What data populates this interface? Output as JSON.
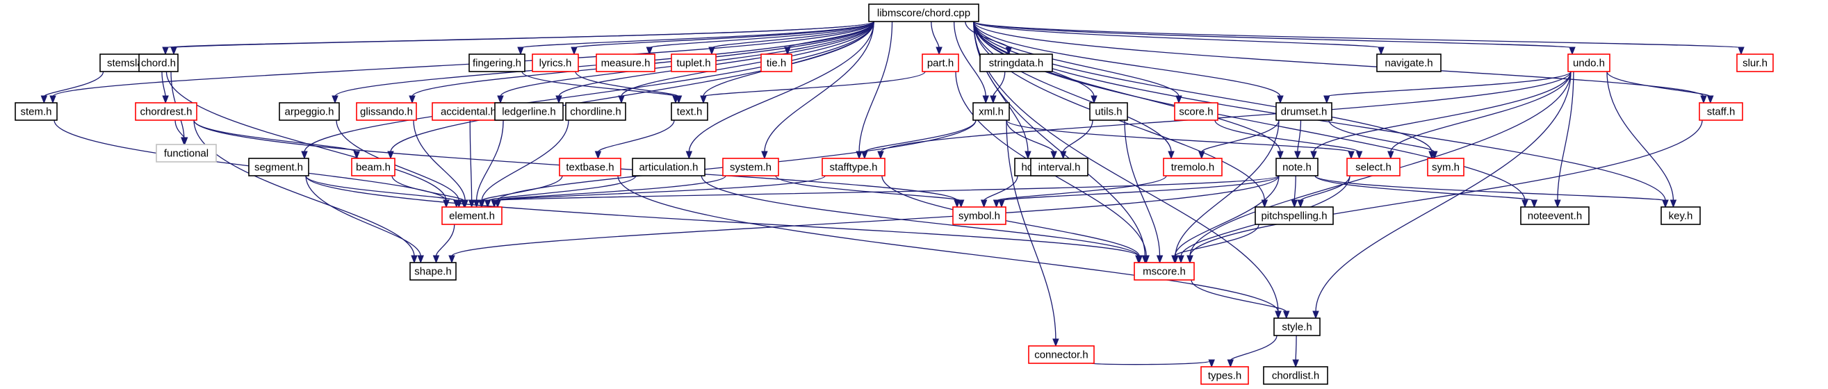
{
  "graph": {
    "colors": {
      "normal": "#000000",
      "red": "#ff0000",
      "grey": "#bfbfbf",
      "root_fill": "#bfbfbf",
      "edge": "#191970"
    },
    "nodes": [
      {
        "id": "chord_cpp",
        "label": "libmscore/chord.cpp",
        "style": "root"
      },
      {
        "id": "stemslash",
        "label": "stemslash.h",
        "style": "normal"
      },
      {
        "id": "chord",
        "label": "chord.h",
        "style": "normal"
      },
      {
        "id": "fingering",
        "label": "fingering.h",
        "style": "normal"
      },
      {
        "id": "lyrics",
        "label": "lyrics.h",
        "style": "red"
      },
      {
        "id": "measure",
        "label": "measure.h",
        "style": "red"
      },
      {
        "id": "tuplet",
        "label": "tuplet.h",
        "style": "red"
      },
      {
        "id": "tie",
        "label": "tie.h",
        "style": "red"
      },
      {
        "id": "part",
        "label": "part.h",
        "style": "red"
      },
      {
        "id": "stringdata",
        "label": "stringdata.h",
        "style": "normal"
      },
      {
        "id": "navigate",
        "label": "navigate.h",
        "style": "normal"
      },
      {
        "id": "undo",
        "label": "undo.h",
        "style": "red"
      },
      {
        "id": "slur",
        "label": "slur.h",
        "style": "red"
      },
      {
        "id": "stem",
        "label": "stem.h",
        "style": "normal"
      },
      {
        "id": "chordrest",
        "label": "chordrest.h",
        "style": "red"
      },
      {
        "id": "functional",
        "label": "functional",
        "style": "grey"
      },
      {
        "id": "arpeggio",
        "label": "arpeggio.h",
        "style": "normal"
      },
      {
        "id": "glissando",
        "label": "glissando.h",
        "style": "red"
      },
      {
        "id": "accidental",
        "label": "accidental.h",
        "style": "red"
      },
      {
        "id": "ledgerline",
        "label": "ledgerline.h",
        "style": "normal"
      },
      {
        "id": "chordline",
        "label": "chordline.h",
        "style": "normal"
      },
      {
        "id": "text",
        "label": "text.h",
        "style": "normal"
      },
      {
        "id": "xml",
        "label": "xml.h",
        "style": "normal"
      },
      {
        "id": "utils",
        "label": "utils.h",
        "style": "normal"
      },
      {
        "id": "score",
        "label": "score.h",
        "style": "red"
      },
      {
        "id": "drumset",
        "label": "drumset.h",
        "style": "normal"
      },
      {
        "id": "staff",
        "label": "staff.h",
        "style": "red"
      },
      {
        "id": "segment",
        "label": "segment.h",
        "style": "normal"
      },
      {
        "id": "beam",
        "label": "beam.h",
        "style": "red"
      },
      {
        "id": "textbase",
        "label": "textbase.h",
        "style": "red"
      },
      {
        "id": "articulation",
        "label": "articulation.h",
        "style": "normal"
      },
      {
        "id": "system",
        "label": "system.h",
        "style": "red"
      },
      {
        "id": "stafftype",
        "label": "stafftype.h",
        "style": "red"
      },
      {
        "id": "hook",
        "label": "hook.h",
        "style": "normal"
      },
      {
        "id": "interval",
        "label": "interval.h",
        "style": "normal"
      },
      {
        "id": "tremolo",
        "label": "tremolo.h",
        "style": "red"
      },
      {
        "id": "note",
        "label": "note.h",
        "style": "normal"
      },
      {
        "id": "select",
        "label": "select.h",
        "style": "red"
      },
      {
        "id": "sym",
        "label": "sym.h",
        "style": "red"
      },
      {
        "id": "element",
        "label": "element.h",
        "style": "red"
      },
      {
        "id": "symbol",
        "label": "symbol.h",
        "style": "red"
      },
      {
        "id": "pitchspelling",
        "label": "pitchspelling.h",
        "style": "normal"
      },
      {
        "id": "noteevent",
        "label": "noteevent.h",
        "style": "normal"
      },
      {
        "id": "key",
        "label": "key.h",
        "style": "normal"
      },
      {
        "id": "shape",
        "label": "shape.h",
        "style": "normal"
      },
      {
        "id": "mscore",
        "label": "mscore.h",
        "style": "red"
      },
      {
        "id": "style",
        "label": "style.h",
        "style": "normal"
      },
      {
        "id": "connector",
        "label": "connector.h",
        "style": "red"
      },
      {
        "id": "types",
        "label": "types.h",
        "style": "red"
      },
      {
        "id": "chordlist",
        "label": "chordlist.h",
        "style": "normal"
      }
    ],
    "edges": [
      [
        "chord_cpp",
        "stem"
      ],
      [
        "chord_cpp",
        "stemslash"
      ],
      [
        "chord_cpp",
        "chord"
      ],
      [
        "chord_cpp",
        "segment"
      ],
      [
        "chord_cpp",
        "beam"
      ],
      [
        "chord_cpp",
        "arpeggio"
      ],
      [
        "chord_cpp",
        "glissando"
      ],
      [
        "chord_cpp",
        "accidental"
      ],
      [
        "chord_cpp",
        "ledgerline"
      ],
      [
        "chord_cpp",
        "chordline"
      ],
      [
        "chord_cpp",
        "fingering"
      ],
      [
        "chord_cpp",
        "lyrics"
      ],
      [
        "chord_cpp",
        "measure"
      ],
      [
        "chord_cpp",
        "tuplet"
      ],
      [
        "chord_cpp",
        "tie"
      ],
      [
        "chord_cpp",
        "text"
      ],
      [
        "chord_cpp",
        "part"
      ],
      [
        "chord_cpp",
        "stafftype"
      ],
      [
        "chord_cpp",
        "system"
      ],
      [
        "chord_cpp",
        "articulation"
      ],
      [
        "chord_cpp",
        "stringdata"
      ],
      [
        "chord_cpp",
        "xml"
      ],
      [
        "chord_cpp",
        "hook"
      ],
      [
        "chord_cpp",
        "utils"
      ],
      [
        "chord_cpp",
        "tremolo"
      ],
      [
        "chord_cpp",
        "pitchspelling"
      ],
      [
        "chord_cpp",
        "note"
      ],
      [
        "chord_cpp",
        "score"
      ],
      [
        "chord_cpp",
        "mscore"
      ],
      [
        "chord_cpp",
        "drumset"
      ],
      [
        "chord_cpp",
        "navigate"
      ],
      [
        "chord_cpp",
        "sym"
      ],
      [
        "chord_cpp",
        "noteevent"
      ],
      [
        "chord_cpp",
        "undo"
      ],
      [
        "chord_cpp",
        "key"
      ],
      [
        "chord_cpp",
        "staff"
      ],
      [
        "chord_cpp",
        "slur"
      ],
      [
        "chord_cpp",
        "style"
      ],
      [
        "stemslash",
        "stem"
      ],
      [
        "stemslash",
        "element"
      ],
      [
        "stem",
        "element"
      ],
      [
        "chord",
        "chordrest"
      ],
      [
        "chord",
        "functional"
      ],
      [
        "chordrest",
        "functional"
      ],
      [
        "chordrest",
        "beam"
      ],
      [
        "chordrest",
        "shape"
      ],
      [
        "chordrest",
        "symbol"
      ],
      [
        "segment",
        "element"
      ],
      [
        "segment",
        "shape"
      ],
      [
        "segment",
        "mscore"
      ],
      [
        "beam",
        "element"
      ],
      [
        "arpeggio",
        "element"
      ],
      [
        "glissando",
        "element"
      ],
      [
        "accidental",
        "element"
      ],
      [
        "ledgerline",
        "element"
      ],
      [
        "chordline",
        "element"
      ],
      [
        "fingering",
        "text"
      ],
      [
        "lyrics",
        "text"
      ],
      [
        "part",
        "text"
      ],
      [
        "part",
        "mscore"
      ],
      [
        "text",
        "textbase"
      ],
      [
        "textbase",
        "element"
      ],
      [
        "textbase",
        "style"
      ],
      [
        "stringdata",
        "xml"
      ],
      [
        "xml",
        "stafftype"
      ],
      [
        "xml",
        "element"
      ],
      [
        "xml",
        "interval"
      ],
      [
        "xml",
        "select"
      ],
      [
        "xml",
        "connector"
      ],
      [
        "system",
        "element"
      ],
      [
        "system",
        "symbol"
      ],
      [
        "articulation",
        "element"
      ],
      [
        "articulation",
        "mscore"
      ],
      [
        "stafftype",
        "element"
      ],
      [
        "stafftype",
        "mscore"
      ],
      [
        "hook",
        "symbol"
      ],
      [
        "utils",
        "interval"
      ],
      [
        "utils",
        "mscore"
      ],
      [
        "score",
        "select"
      ],
      [
        "tremolo",
        "symbol"
      ],
      [
        "drumset",
        "tremolo"
      ],
      [
        "drumset",
        "note"
      ],
      [
        "drumset",
        "sym"
      ],
      [
        "drumset",
        "mscore"
      ],
      [
        "undo",
        "stafftype"
      ],
      [
        "undo",
        "note"
      ],
      [
        "undo",
        "drumset"
      ],
      [
        "undo",
        "select"
      ],
      [
        "undo",
        "noteevent"
      ],
      [
        "undo",
        "mscore"
      ],
      [
        "undo",
        "key"
      ],
      [
        "undo",
        "staff"
      ],
      [
        "undo",
        "style"
      ],
      [
        "staff",
        "mscore"
      ],
      [
        "note",
        "element"
      ],
      [
        "note",
        "symbol"
      ],
      [
        "note",
        "pitchspelling"
      ],
      [
        "note",
        "noteevent"
      ],
      [
        "note",
        "key"
      ],
      [
        "note",
        "shape"
      ],
      [
        "note",
        "mscore"
      ],
      [
        "select",
        "pitchspelling"
      ],
      [
        "select",
        "mscore"
      ],
      [
        "element",
        "shape"
      ],
      [
        "pitchspelling",
        "mscore"
      ],
      [
        "mscore",
        "style"
      ],
      [
        "style",
        "types"
      ],
      [
        "style",
        "chordlist"
      ],
      [
        "connector",
        "types"
      ]
    ]
  }
}
